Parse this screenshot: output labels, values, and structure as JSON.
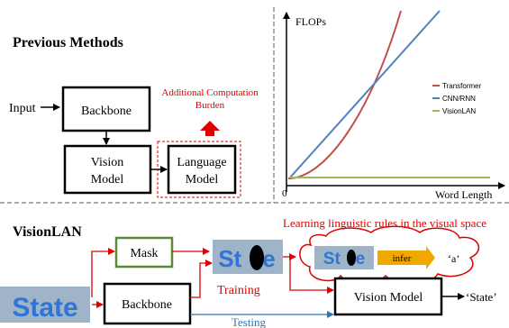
{
  "previous": {
    "title": "Previous Methods",
    "input_label": "Input",
    "backbone": "Backbone",
    "vision_model_line1": "Vision",
    "vision_model_line2": "Model",
    "language_model_line1": "Language",
    "language_model_line2": "Model",
    "burden_line1": "Additional Computation",
    "burden_line2": "Burden"
  },
  "chart": {
    "ylabel": "FLOPs",
    "xlabel": "Word Length",
    "origin": "0",
    "legend": [
      "Transformer",
      "CNN/RNN",
      "VisionLAN"
    ]
  },
  "chart_data": {
    "type": "line",
    "title": "",
    "xlabel": "Word Length",
    "ylabel": "FLOPs",
    "series": [
      {
        "name": "Transformer",
        "shape": "quadratic",
        "color": "#c0504d"
      },
      {
        "name": "CNN/RNN",
        "shape": "linear",
        "color": "#4f81bd"
      },
      {
        "name": "VisionLAN",
        "shape": "constant",
        "color": "#9bbb59"
      }
    ],
    "legend_position": "right",
    "grid": false
  },
  "visionlan": {
    "title": "VisionLAN",
    "learning_caption": "Learning linguistic rules in the visual space",
    "mask": "Mask",
    "backbone": "Backbone",
    "training": "Training",
    "testing": "Testing",
    "vision_model": "Vision Model",
    "output": "‘State’",
    "input_word": "State",
    "masked_word": "St  te",
    "cloud_word": "St  te",
    "infer": "infer",
    "inferred_char": "‘a’"
  },
  "colors": {
    "red": "#e00000",
    "blue": "#2e75b6",
    "mask_border": "#5b8a32",
    "word_bg": "#9fb4c8",
    "word_text": "#2e75d6",
    "infer_fill": "#f0a800"
  }
}
